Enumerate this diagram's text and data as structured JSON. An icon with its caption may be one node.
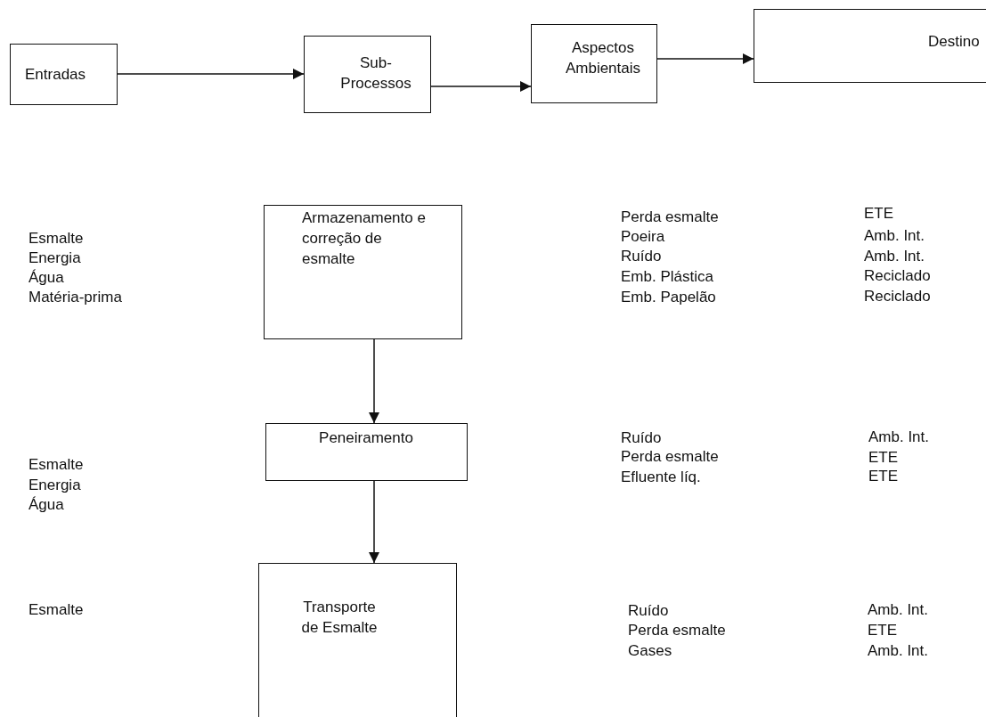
{
  "diagram": {
    "nodes": [
      {
        "text": [
          "Entradas"
        ]
      },
      {
        "text": [
          "Sub-Processos"
        ]
      },
      {
        "text": [
          "Aspectos Ambientais"
        ]
      },
      {
        "text": [
          "Destino"
        ]
      },
      {
        "text": [
          "Armazenamento e correção de esmalte"
        ]
      },
      {
        "text": [
          "Peneiramento"
        ]
      },
      {
        "text": [
          "Transporte de Esmalte"
        ]
      }
    ],
    "edges": [
      {
        "from": 0,
        "to": 1,
        "arrow": "to"
      },
      {
        "from": 1,
        "to": 2,
        "arrow": "to"
      },
      {
        "from": 2,
        "to": 3,
        "arrow": "to"
      },
      {
        "from": 4,
        "to": 5,
        "arrow": "to"
      },
      {
        "from": 5,
        "to": 6,
        "arrow": "to"
      }
    ],
    "labels": [
      "Esmalte",
      "Energia",
      "Água",
      "Matéria-prima",
      "Perda esmalte",
      "Poeira",
      "Ruído",
      "Emb. Plástica",
      "Emb. Papelão",
      "ETE",
      "Amb. Int.",
      "Amb. Int.",
      "Reciclado",
      "Reciclado",
      "Esmalte",
      "Energia",
      "Água",
      "Ruído",
      "Perda esmalte",
      "Efluente líq.",
      "Amb. Int.",
      "ETE",
      "ETE",
      "Esmalte",
      "Ruído",
      "Perda esmalte",
      "Gases",
      "Amb. Int.",
      "ETE",
      "Amb. Int."
    ]
  }
}
